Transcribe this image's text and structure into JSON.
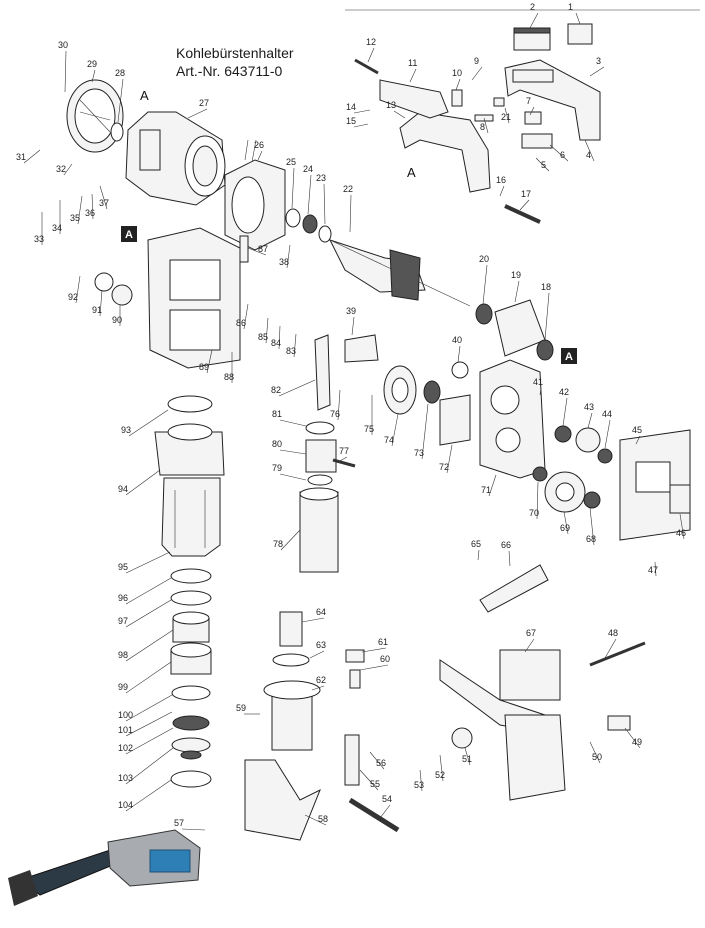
{
  "header": {
    "title_line1": "Kohlebürstenhalter",
    "title_line2": "Art.-Nr. 643711-0"
  },
  "labels": {
    "A": "A",
    "boxA": "A"
  },
  "parts": [
    "1",
    "2",
    "3",
    "4",
    "5",
    "6",
    "7",
    "8",
    "9",
    "10",
    "11",
    "12",
    "13",
    "14",
    "15",
    "16",
    "17",
    "18",
    "19",
    "20",
    "21",
    "22",
    "23",
    "24",
    "25",
    "26",
    "27",
    "28",
    "29",
    "30",
    "31",
    "32",
    "33",
    "34",
    "35",
    "36",
    "37",
    "38",
    "39",
    "40",
    "41",
    "42",
    "43",
    "44",
    "45",
    "46",
    "47",
    "48",
    "49",
    "50",
    "51",
    "52",
    "53",
    "54",
    "55",
    "56",
    "57",
    "58",
    "59",
    "60",
    "61",
    "62",
    "63",
    "64",
    "65",
    "66",
    "67",
    "68",
    "69",
    "70",
    "71",
    "72",
    "73",
    "74",
    "75",
    "76",
    "77",
    "78",
    "79",
    "80",
    "81",
    "82",
    "83",
    "84",
    "85",
    "86",
    "87",
    "88",
    "89",
    "90",
    "91",
    "92",
    "93",
    "94",
    "95",
    "96",
    "97",
    "98",
    "99",
    "100",
    "101",
    "102",
    "103",
    "104"
  ]
}
